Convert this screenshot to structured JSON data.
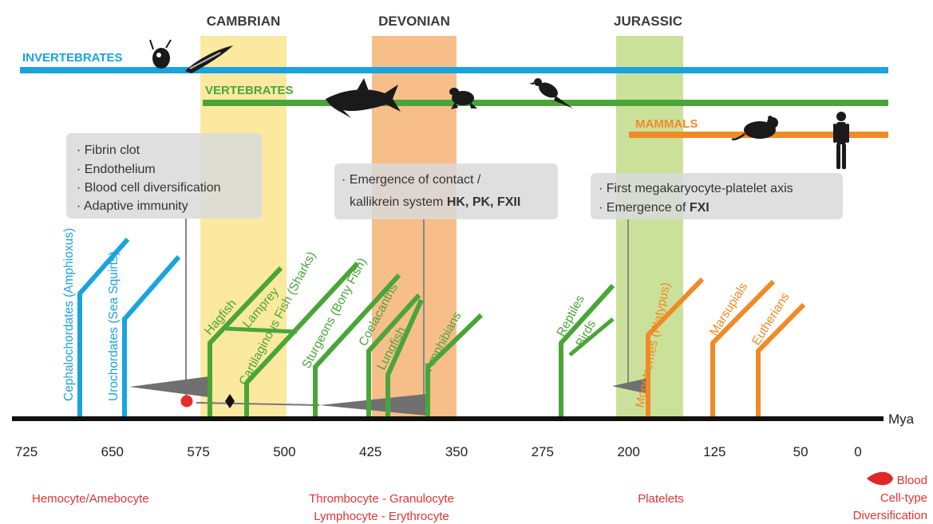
{
  "periods": [
    {
      "label": "CAMBRIAN",
      "color": "#fbe9a0"
    },
    {
      "label": "DEVONIAN",
      "color": "#f7be8a"
    },
    {
      "label": "JURASSIC",
      "color": "#cbe19a"
    }
  ],
  "lineages": [
    {
      "label": "INVERTEBRATES",
      "color": "#1ba3dd"
    },
    {
      "label": "VERTEBRATES",
      "color": "#4aa539"
    },
    {
      "label": "MAMMALS",
      "color": "#ef8b26"
    }
  ],
  "axis": {
    "unit": "Mya",
    "ticks": [
      "725",
      "650",
      "575",
      "500",
      "425",
      "350",
      "275",
      "200",
      "125",
      "50",
      "0"
    ]
  },
  "info_boxes": [
    {
      "lines": [
        "· Fibrin clot",
        "· Endothelium",
        "· Blood cell diversification",
        "· Adaptive immunity"
      ]
    },
    {
      "line1": "· Emergence of contact /",
      "line2_plain": "kallikrein system ",
      "line2_bold": "HK, PK, FXII"
    },
    {
      "line1": "· First megakaryocyte-platelet axis",
      "line2_plain": "· Emergence of ",
      "line2_bold": "FXI"
    }
  ],
  "clades": {
    "cephalochordates": "Cephalochordates (Amphioxus)",
    "urochordates": "Urochordates (Sea Squirts)",
    "hagfish": "Hagfish",
    "lamprey": "Lamprey",
    "sharks": "Cartilaginous Fish (Sharks)",
    "sturgeons": "Sturgeons (Bony Fish)",
    "coelacanths": "Coelacanths",
    "lungfish": "Lungfish",
    "amphibians": "Amphibians",
    "reptiles": "Reptiles",
    "birds": "Birds",
    "monotremes": "Monotremes (Platypus)",
    "marsupials": "Marsupials",
    "eutherians": "Eutherians"
  },
  "cell_types": {
    "hemocyte": "Hemocyte/Amebocyte",
    "thrombocyte": "Thrombocyte  - Granulocyte",
    "lymphocyte": "Lymphocyte - Erythrocyte",
    "platelets": "Platelets",
    "blood_line1": "Blood",
    "blood_line2": "Cell-type",
    "blood_line3": "Diversification"
  },
  "icons": [
    "snail-icon",
    "squid-icon",
    "shark-icon",
    "frog-icon",
    "bird-icon",
    "rat-icon",
    "human-icon"
  ]
}
